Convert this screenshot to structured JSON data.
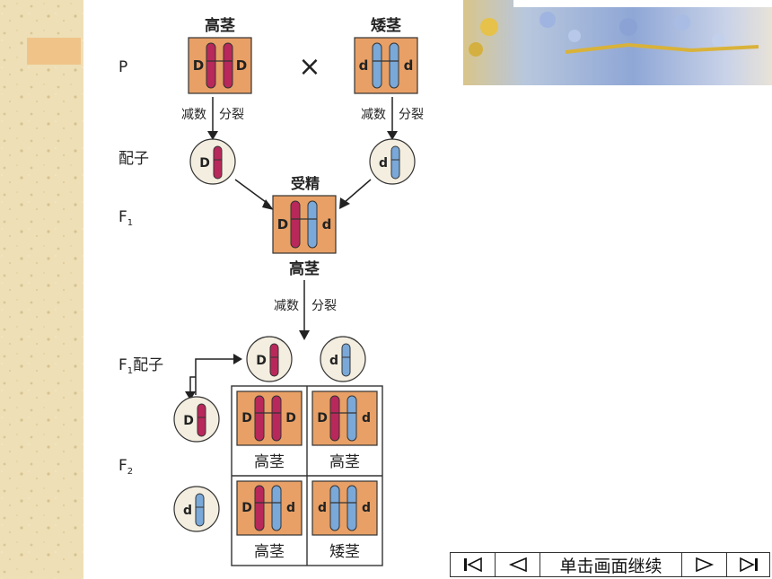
{
  "generation_labels": {
    "p": "P",
    "gamete": "配子",
    "f1": "F",
    "f1_sub": "1",
    "f1_gamete": "配子",
    "f2": "F",
    "f2_sub": "2"
  },
  "parents": {
    "tall_label": "高茎",
    "dwarf_label": "矮茎",
    "cross_symbol": "×"
  },
  "alleles": {
    "dominant": "D",
    "recessive": "d"
  },
  "process": {
    "meiosis_left": "减数",
    "division_left": "分裂",
    "meiosis_right": "减数",
    "division_right": "分裂",
    "fertilization": "受精",
    "meiosis_f1": "减数",
    "division_f1": "分裂"
  },
  "f1": {
    "label": "高茎"
  },
  "f2_grid": {
    "cells": [
      "高茎",
      "高茎",
      "高茎",
      "矮茎"
    ]
  },
  "nav": {
    "continue_label": "单击画面继续"
  },
  "colors": {
    "tile": "#e8a066",
    "red_chromosome": "#b8285a",
    "blue_chromosome": "#7aa8d8",
    "paper": "#efe0b8",
    "gamete_fill": "#f4eee0"
  }
}
